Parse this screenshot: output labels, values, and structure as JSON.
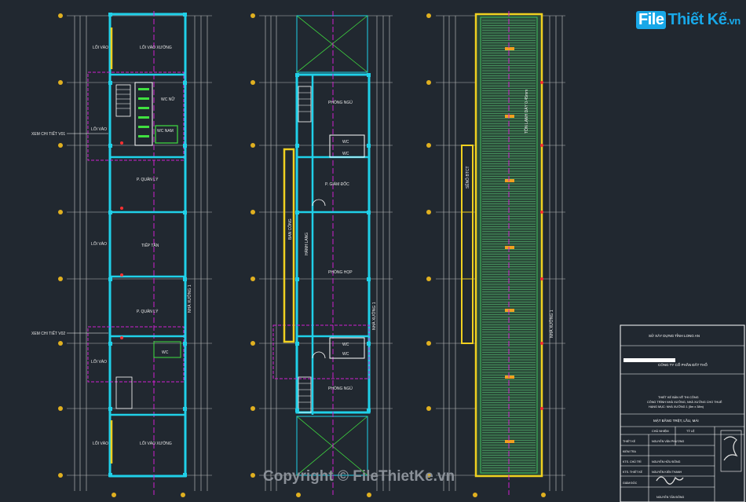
{
  "watermark": {
    "logo_box": "File",
    "logo_main": "Thiết Kế",
    "logo_suffix": ".vn",
    "copyright": "Copyright © FileThietKe.vn"
  },
  "plan1": {
    "rooms": {
      "loi_vao_1": "LỐI VÀO",
      "loi_vao_xuong_1": "LỐI VÀO XƯỞNG",
      "wc_nu": "WC NỮ",
      "wc_nam": "WC NAM",
      "loi_vao_2": "LỐI VÀO",
      "p_quan_ly_1": "P. QUẢN LÝ",
      "loi_vao_3": "LỐI VÀO",
      "tiep_tan": "TIẾP TÂN",
      "p_quan_ly_2": "P. QUẢN LÝ",
      "loi_vao_4": "LỐI VÀO",
      "wc": "WC",
      "loi_vao_5": "LỐI VÀO",
      "loi_vao_xuong_2": "LỐI VÀO XƯỞNG"
    },
    "side_note_1": "XEM CHI TIẾT V01",
    "side_note_2": "XEM CHI TIẾT V02",
    "side_label": "NHÀ XƯỞNG 1"
  },
  "plan2": {
    "rooms": {
      "phong_ngu": "PHÒNG NGỦ",
      "wc_1": "WC",
      "wc_2": "WC",
      "p_giam_doc": "P. GIÁM ĐỐC",
      "ban_cong": "BAN CÔNG",
      "hanh_lang": "HÀNH LANG",
      "phong_hop": "PHÒNG HỌP",
      "wc_3": "WC",
      "wc_4": "WC",
      "phong_ngu_2": "PHÒNG NGỦ"
    },
    "side_label": "NHÀ XƯỞNG 1"
  },
  "plan3": {
    "side_label": "NHÀ XƯỞNG 1",
    "slope_label": "TÔN LẠNH DÀY 0.45mm",
    "gutter_label": "SÊNÔ BTCT"
  },
  "title_block": {
    "authority": "SỞ XÂY DỰNG TỈNH LONG AN",
    "company": "CÔNG TY CỔ PHẦN ĐẤT THỔ",
    "project_line1": "THIẾT KẾ BẢN VẼ THI CÔNG",
    "project_line2": "CÔNG TRÌNH NHÀ XƯỞNG, NHÀ XƯỞNG CHO THUÊ",
    "project_line3": "HẠNG MỤC: NHÀ XƯỞNG 1 (5m x 38m)",
    "drawing_name": "MẶT BẰNG TRỆT, LẦU, MÁI",
    "col_head_1": "CHỦ NHIỆM",
    "col_head_2": "TỶ LỆ",
    "rows": [
      "THIẾT KẾ",
      "KIỂM TRA",
      "KTS. CHỦ TRÌ",
      "KTS. THIẾT KẾ",
      "GIÁM ĐỐC"
    ],
    "names": [
      "NGUYỄN VĂN PHƯƠNG",
      "",
      "NGUYỄN HỮU ĐÔNG",
      "NGUYỄN KIẾN THANH",
      ""
    ],
    "signer": "NGUYỄN TẤN ĐÔNG"
  }
}
